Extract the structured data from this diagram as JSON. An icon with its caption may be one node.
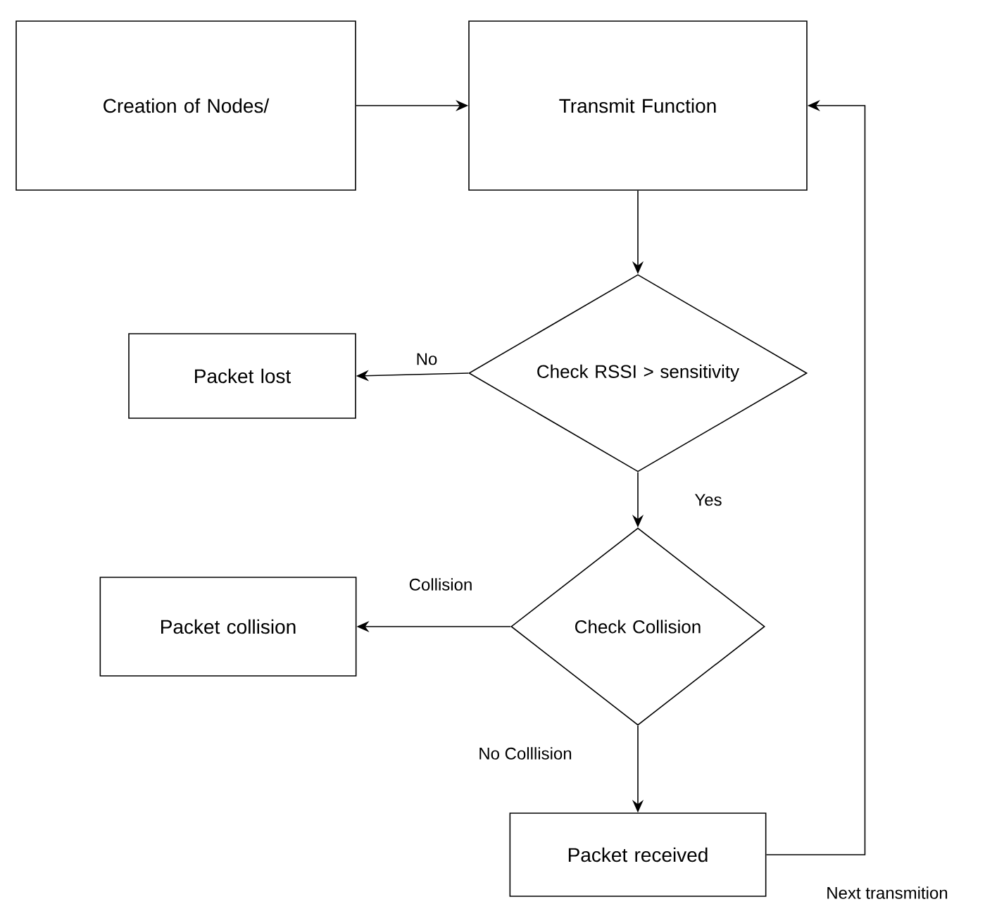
{
  "diagram": {
    "nodes": [
      {
        "text": [
          "Creation of Nodes/"
        ]
      },
      {
        "text": [
          "Transmit Function"
        ]
      },
      {
        "text": [
          "Check RSSI > sensitivity"
        ]
      },
      {
        "text": [
          "Packet lost"
        ]
      },
      {
        "text": [
          "Check Collision"
        ]
      },
      {
        "text": [
          "Packet collision"
        ]
      },
      {
        "text": [
          "Packet received"
        ]
      }
    ],
    "edges": [
      {
        "from": 0,
        "to": 1,
        "arrow": "to"
      },
      {
        "from": 1,
        "to": 2,
        "arrow": "to"
      },
      {
        "from": 2,
        "to": 3,
        "arrow": "to",
        "label": "No"
      },
      {
        "from": 2,
        "to": 4,
        "arrow": "to",
        "label": "Yes"
      },
      {
        "from": 4,
        "to": 5,
        "arrow": "to",
        "label": "Collision"
      },
      {
        "from": 4,
        "to": 6,
        "arrow": "to",
        "label": "No Colllision"
      },
      {
        "from": 6,
        "to": 1,
        "arrow": "to",
        "label": "Next transmition"
      }
    ]
  }
}
